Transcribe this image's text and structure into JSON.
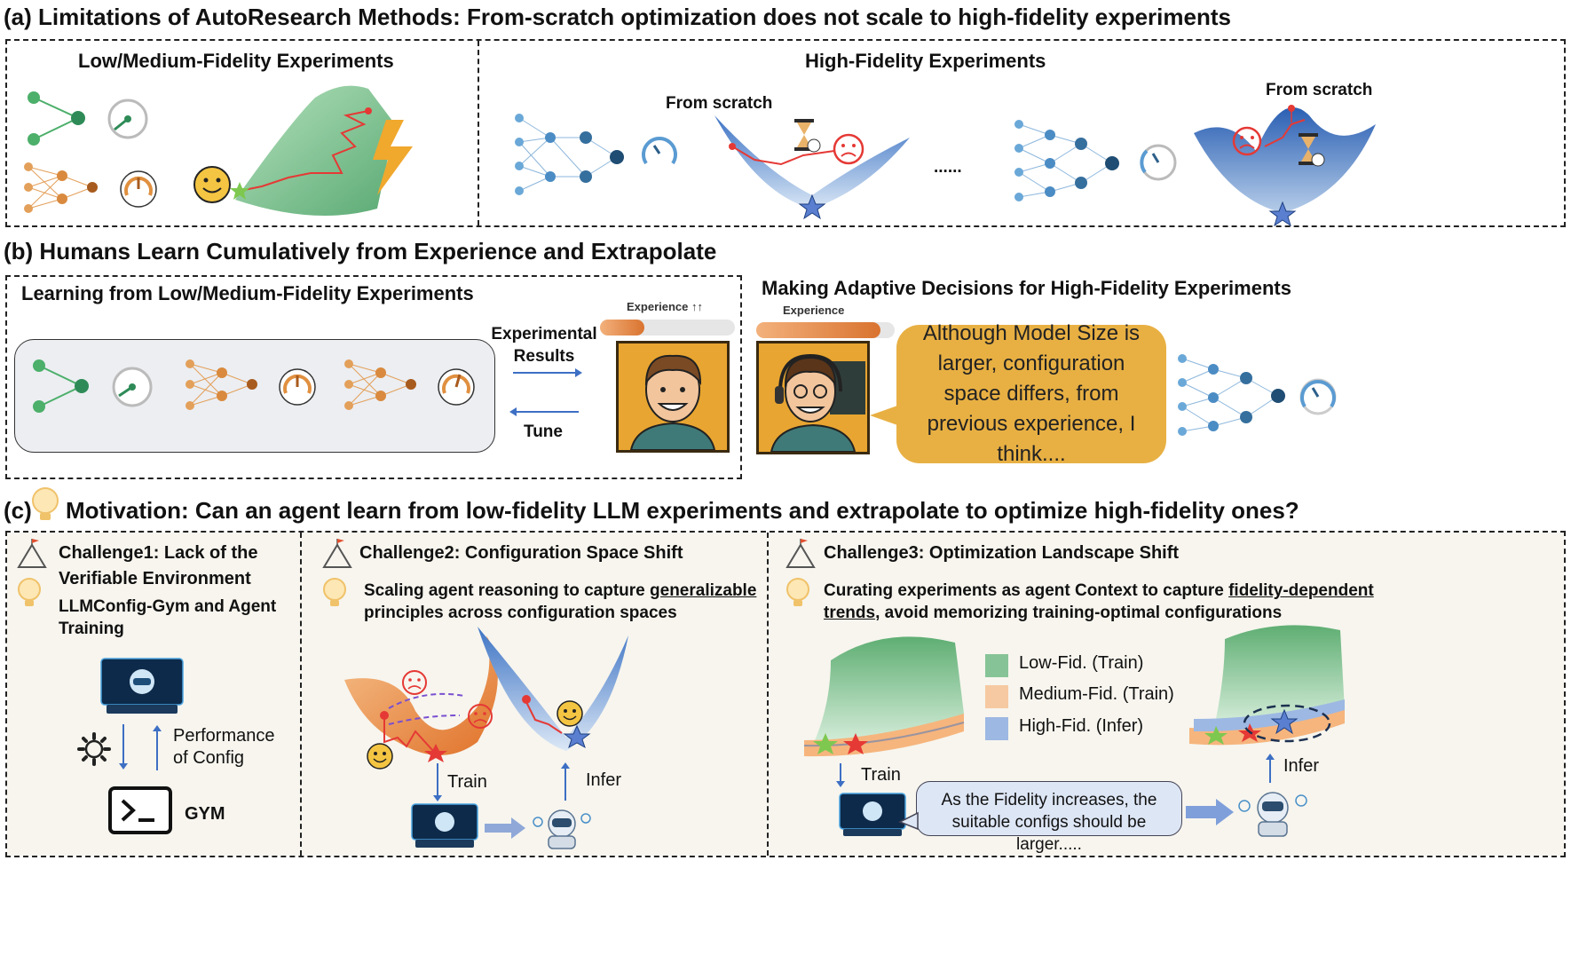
{
  "section_a": {
    "title": "(a) Limitations of AutoResearch Methods: From-scratch optimization does not scale to high-fidelity experiments",
    "left_title": "Low/Medium-Fidelity Experiments",
    "right_title": "High-Fidelity Experiments",
    "from_scratch_1": "From scratch",
    "from_scratch_2": "From scratch",
    "ellipsis": "......"
  },
  "section_b": {
    "title": "(b) Humans Learn Cumulatively from Experience and Extrapolate",
    "left_title": "Learning from Low/Medium-Fidelity Experiments",
    "right_title": "Making Adaptive Decisions for High-Fidelity Experiments",
    "experimental_results": "Experimental Results",
    "tune": "Tune",
    "experience_1": "Experience ↑↑",
    "experience_2": "Experience",
    "bubble": "Although Model Size is larger, configuration space differs, from previous experience, I think...."
  },
  "section_c": {
    "prefix": "(c)",
    "title": "Motivation: Can an agent learn from low-fidelity LLM experiments and extrapolate to optimize high-fidelity ones?",
    "challenge1": {
      "title_line1": "Challenge1: Lack of the",
      "title_line2": "Verifiable Environment",
      "solution_line1": "LLMConfig-Gym and Agent",
      "solution_line2": "Training",
      "perf_line1": "Performance",
      "perf_line2": "of Config",
      "gym": "GYM"
    },
    "challenge2": {
      "title": "Challenge2: Configuration Space Shift",
      "solution_pre": "Scaling agent reasoning to capture ",
      "solution_hl": "generalizable",
      "solution_line2": "principles across configuration spaces",
      "train": "Train",
      "infer": "Infer"
    },
    "challenge3": {
      "title": "Challenge3: Optimization Landscape Shift",
      "solution_pre": "Curating experiments as agent Context to capture ",
      "solution_hl1": "fidelity-dependent",
      "solution_hl2": "trends",
      "solution_line2": ", avoid memorizing training-optimal configurations",
      "legend": [
        {
          "label": "Low-Fid. (Train)",
          "color": "#86c497"
        },
        {
          "label": "Medium-Fid. (Train)",
          "color": "#f6c9a2"
        },
        {
          "label": "High-Fid. (Infer)",
          "color": "#9db8e3"
        }
      ],
      "train": "Train",
      "infer": "Infer",
      "bubble": "As the Fidelity increases, the suitable configs should be larger....."
    }
  }
}
